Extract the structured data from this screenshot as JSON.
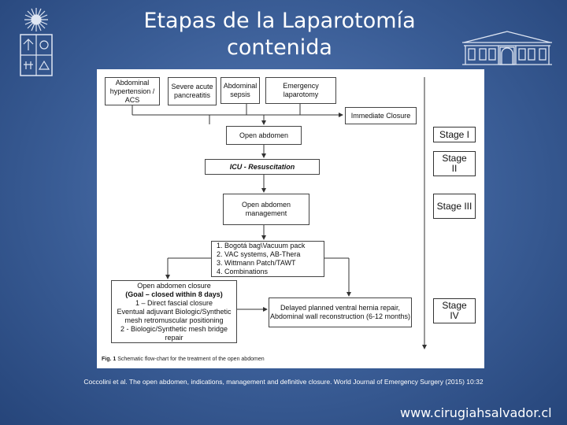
{
  "title": {
    "line1": "Etapas de la Laparotomía",
    "line2": "contenida"
  },
  "diagram": {
    "top_boxes": [
      {
        "text": "Abdominal hypertension / ACS"
      },
      {
        "text": "Severe acute pancreatitis"
      },
      {
        "text": "Abdominal sepsis"
      },
      {
        "text": "Emergency laparotomy"
      }
    ],
    "immediate_closure": "Immediate Closure",
    "open_abdomen": "Open abdomen",
    "icu": "ICU - Resuscitation",
    "management": "Open abdomen management",
    "options": [
      "1.  Bogotá bag\\Vacuum pack",
      "2.  VAC systems, AB-Thera",
      "3.  Wittmann Patch/TAWT",
      "4.  Combinations"
    ],
    "closure": {
      "line1": "Open abdomen closure",
      "line2": "(Goal – closed within 8 days)",
      "line3": "1 – Direct fascial closure",
      "line4": "Eventual  adjuvant Biologic/Synthetic",
      "line5": "mesh retromuscular positioning",
      "line6": "2 - Biologic/Synthetic mesh bridge repair"
    },
    "delayed": {
      "line1": "Delayed planned ventral hernia repair,",
      "line2": "Abdominal wall reconstruction (6-12 months)"
    },
    "stages": {
      "s1": "Stage I",
      "s2a": "Stage",
      "s2b": "II",
      "s3": "Stage III",
      "s4a": "Stage",
      "s4b": "IV"
    },
    "caption_bold": "Fig. 1",
    "caption_text": " Schematic flow-chart for the treatment of the open abdomen"
  },
  "reference": "Coccolini et al. The open abdomen, indications, management and definitive closure. World Journal of Emergency Surgery (2015) 10:32",
  "url": "www.cirugiahsalvador.cl"
}
